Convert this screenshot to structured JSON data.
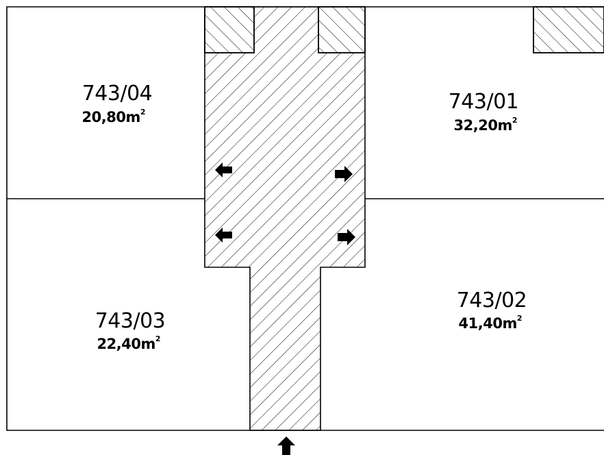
{
  "parcels": [
    {
      "key": "p04",
      "id": "743/04",
      "area_value": "20,80m",
      "area_unit_sup": "2"
    },
    {
      "key": "p01",
      "id": "743/01",
      "area_value": "32,20m",
      "area_unit_sup": "2"
    },
    {
      "key": "p03",
      "id": "743/03",
      "area_value": "22,40m",
      "area_unit_sup": "2"
    },
    {
      "key": "p02",
      "id": "743/02",
      "area_value": "41,40m",
      "area_unit_sup": "2"
    }
  ],
  "colors": {
    "line": "#000000",
    "background": "#ffffff",
    "hatch": "#000000"
  },
  "icons": {
    "access_left": "arrow-left-icon",
    "access_right": "arrow-right-icon",
    "entrance": "arrow-up-icon"
  }
}
